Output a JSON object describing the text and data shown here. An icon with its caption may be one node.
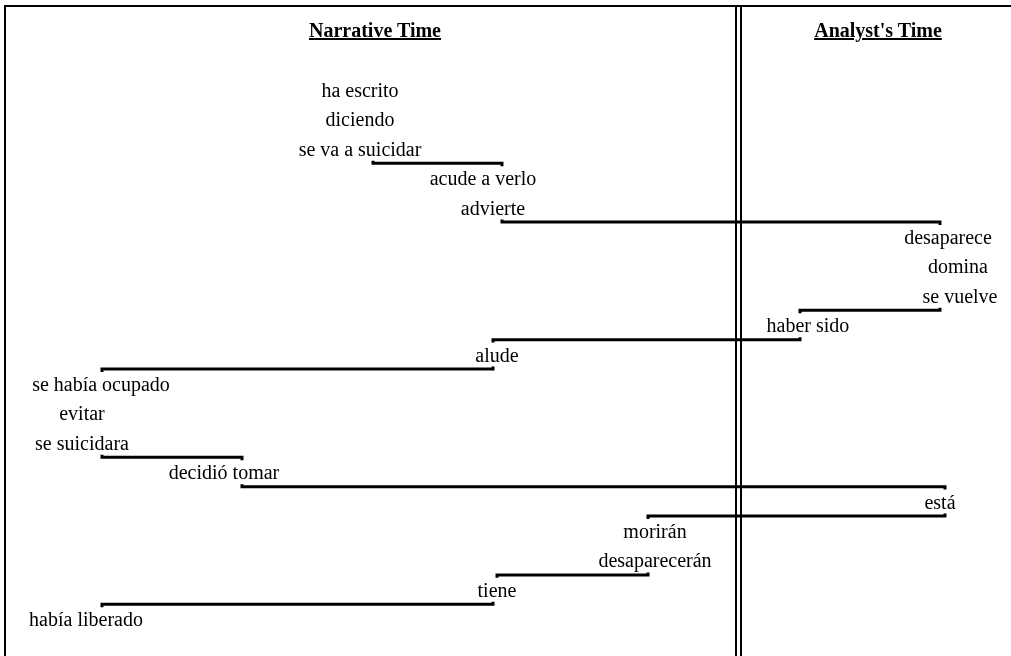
{
  "diagram": {
    "nodes": [
      {
        "text": [
          "ha escrito"
        ]
      },
      {
        "text": [
          "diciendo"
        ]
      },
      {
        "text": [
          "se va a suicidar"
        ]
      },
      {
        "text": [
          "acude a verlo"
        ]
      },
      {
        "text": [
          "advierte"
        ]
      },
      {
        "text": [
          "desaparece"
        ]
      },
      {
        "text": [
          "domina"
        ]
      },
      {
        "text": [
          "se vuelve"
        ]
      },
      {
        "text": [
          "haber sido"
        ]
      },
      {
        "text": [
          "alude"
        ]
      },
      {
        "text": [
          "se había ocupado"
        ]
      },
      {
        "text": [
          "evitar"
        ]
      },
      {
        "text": [
          "se suicidara"
        ]
      },
      {
        "text": [
          "decidió tomar"
        ]
      },
      {
        "text": [
          "está"
        ]
      },
      {
        "text": [
          "morirán"
        ]
      },
      {
        "text": [
          "desaparecerán"
        ]
      },
      {
        "text": [
          "tiene"
        ]
      },
      {
        "text": [
          "había liberado"
        ]
      }
    ],
    "edges": [
      {
        "from": 2,
        "to": 3,
        "arrow": "none"
      },
      {
        "from": 4,
        "to": 5,
        "arrow": "none"
      },
      {
        "from": 7,
        "to": 8,
        "arrow": "none"
      },
      {
        "from": 8,
        "to": 9,
        "arrow": "none"
      },
      {
        "from": 9,
        "to": 10,
        "arrow": "none"
      },
      {
        "from": 12,
        "to": 13,
        "arrow": "none"
      },
      {
        "from": 13,
        "to": 14,
        "arrow": "none"
      },
      {
        "from": 14,
        "to": 15,
        "arrow": "none"
      },
      {
        "from": 16,
        "to": 17,
        "arrow": "none"
      },
      {
        "from": 17,
        "to": 18,
        "arrow": "none"
      }
    ],
    "labels": [
      "Narrative Time",
      "Analyst's Time"
    ]
  }
}
